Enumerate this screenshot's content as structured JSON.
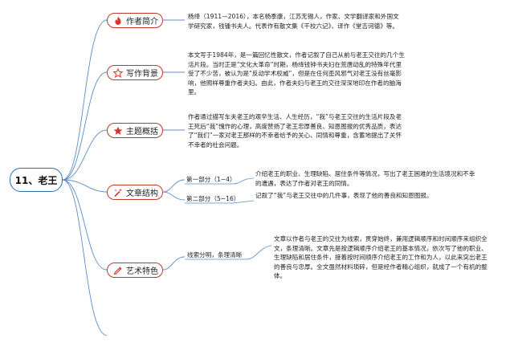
{
  "root": {
    "title": "11、老王"
  },
  "branches": [
    {
      "label": "作者简介",
      "icon": "fire-icon",
      "text": "杨绛（1911—2016），本名杨季康，江苏无锡人，作家、文学翻译家和外国文学研究家，钱锺书夫人。代表作有散文集《干校六记》、译作《堂吉诃德》等。"
    },
    {
      "label": "写作背景",
      "icon": "star-outline-icon",
      "text": "本文写于1984年，是一篇回忆性散文，作者记叙了自己从前与老王交往的几个生活片段。当时正是“文化大革命”时期，杨绛钱钟书夫妇在荒唐动乱的特殊年代里受了不少苦，被认为是“反动学术权威”，但是在任何歪风邪气对老王没有丝毫影响，他照样尊重作者夫妇。由此，作者夫妇与老王的交往深深地印在作者的脑海里。"
    },
    {
      "label": "主题概括",
      "icon": "star-filled-icon",
      "text": "作者通过描写车夫老王的艰辛生活、人生经历，“我”与老王交往的生活片段及老王死后“我”愧怍的心理，高度赞扬了老王忠厚善良、知恩图报的优秀品质，表达了“我们”一家对老王那样的不幸者给予的关心、同情和尊重，含蓄地提出了关怀不幸者的社会问题。"
    },
    {
      "label": "文章结构",
      "icon": "wand-icon",
      "parts": [
        {
          "label": "第一部分（1~4）",
          "text": "介绍老王的职业、生理缺陷、居住条件等情况，写出了老王困难的生活境况和不幸的遭遇，表达了作者对老王的同情。"
        },
        {
          "label": "第二部分（5~16）",
          "text": "记叙了“我”与老王交往中的几件事，表现了他的善良和知恩图报。"
        }
      ]
    },
    {
      "label": "艺术特色",
      "icon": "pencil-icon",
      "sub_label": "线索分明，条理清晰",
      "text": "文章以作者与老王的交往为线索，贯穿始终，兼用逻辑顺序和时间顺序来组织全文，条理清晰。文章先是按逻辑顺序介绍老王的基本情况，依次写了他的职业、生理缺陷和居住条件，接着按时间顺序介绍老王的工作和为人，以此来突出老王的善良与忠厚。全文虽然材料琐碎，但是经作者精心组织，就成了一个有机的整体。"
    }
  ],
  "colors": {
    "line": "#5b8dc9",
    "node_border": "#c0392b",
    "root_border": "#2a6fb0",
    "icon": "#d9342b"
  }
}
